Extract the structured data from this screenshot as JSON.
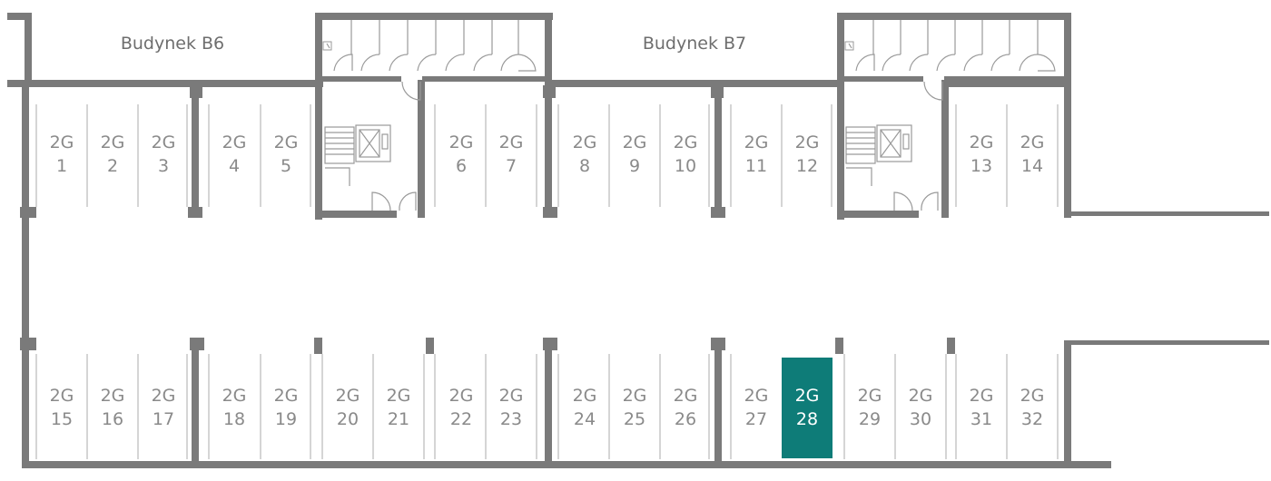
{
  "buildings": [
    "Budynek B6",
    "Budynek B7"
  ],
  "highlight_color": "#0e7c78",
  "wall_color": "#7a7a7a",
  "selected_spot": "28",
  "spots": [
    {
      "prefix": "2G",
      "num": "1"
    },
    {
      "prefix": "2G",
      "num": "2"
    },
    {
      "prefix": "2G",
      "num": "3"
    },
    {
      "prefix": "2G",
      "num": "4"
    },
    {
      "prefix": "2G",
      "num": "5"
    },
    {
      "prefix": "2G",
      "num": "6"
    },
    {
      "prefix": "2G",
      "num": "7"
    },
    {
      "prefix": "2G",
      "num": "8"
    },
    {
      "prefix": "2G",
      "num": "9"
    },
    {
      "prefix": "2G",
      "num": "10"
    },
    {
      "prefix": "2G",
      "num": "11"
    },
    {
      "prefix": "2G",
      "num": "12"
    },
    {
      "prefix": "2G",
      "num": "13"
    },
    {
      "prefix": "2G",
      "num": "14"
    },
    {
      "prefix": "2G",
      "num": "15"
    },
    {
      "prefix": "2G",
      "num": "16"
    },
    {
      "prefix": "2G",
      "num": "17"
    },
    {
      "prefix": "2G",
      "num": "18"
    },
    {
      "prefix": "2G",
      "num": "19"
    },
    {
      "prefix": "2G",
      "num": "20"
    },
    {
      "prefix": "2G",
      "num": "21"
    },
    {
      "prefix": "2G",
      "num": "22"
    },
    {
      "prefix": "2G",
      "num": "23"
    },
    {
      "prefix": "2G",
      "num": "24"
    },
    {
      "prefix": "2G",
      "num": "25"
    },
    {
      "prefix": "2G",
      "num": "26"
    },
    {
      "prefix": "2G",
      "num": "27"
    },
    {
      "prefix": "2G",
      "num": "28"
    },
    {
      "prefix": "2G",
      "num": "29"
    },
    {
      "prefix": "2G",
      "num": "30"
    },
    {
      "prefix": "2G",
      "num": "31"
    },
    {
      "prefix": "2G",
      "num": "32"
    }
  ]
}
